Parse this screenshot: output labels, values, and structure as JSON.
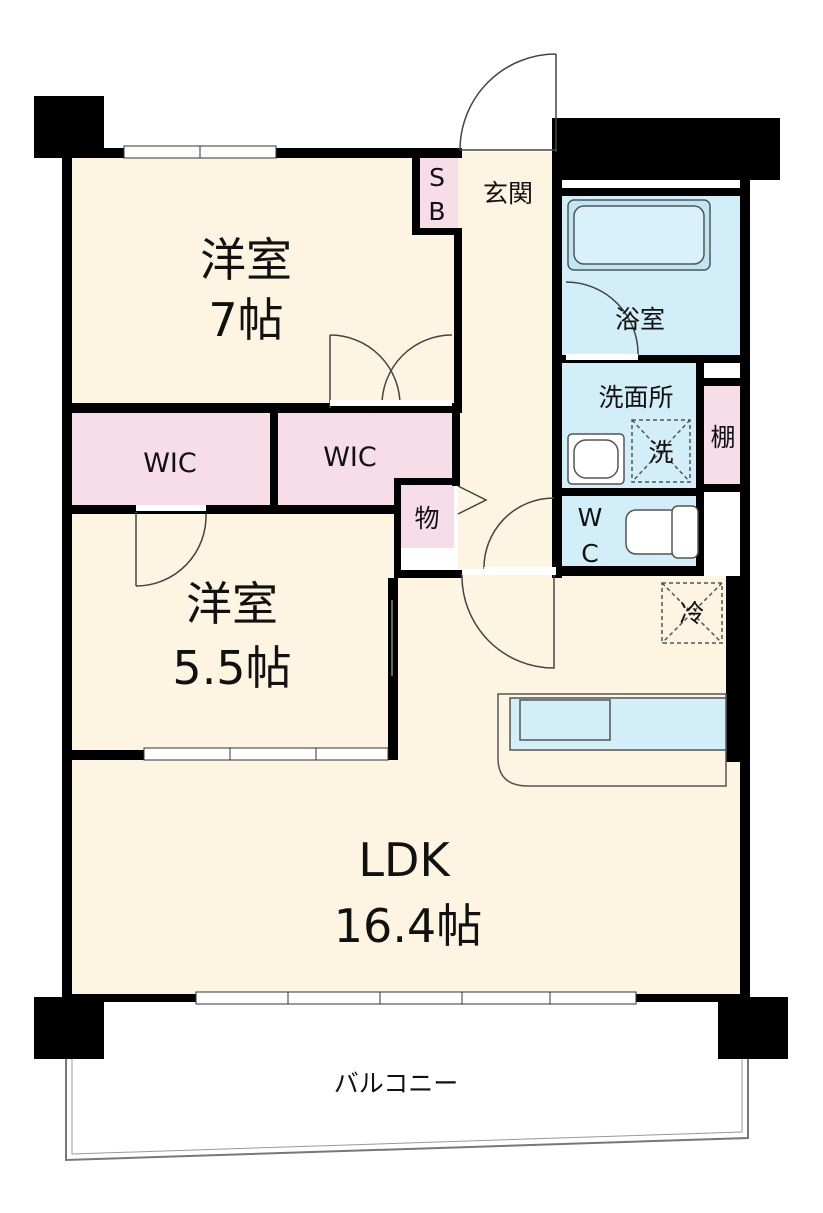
{
  "colors": {
    "wall": "#000000",
    "living": "#fdf5e2",
    "closet": "#f7dde8",
    "wet": "#d2eef8",
    "outline": "#777777"
  },
  "rooms": {
    "western_room_1": {
      "line1": "洋室",
      "line2": "7帖"
    },
    "western_room_2": {
      "line1": "洋室",
      "line2": "5.5帖"
    },
    "ldk": {
      "line1": "LDK",
      "line2": "16.4帖"
    },
    "walk_in_closet_left": "WIC",
    "walk_in_closet_right": "WIC",
    "storage": "物",
    "entrance": "玄関",
    "shoe_box": {
      "line1": "S",
      "line2": "B"
    },
    "bathroom": "浴室",
    "washroom": "洗面所",
    "washing_machine": "洗",
    "shelf": "棚",
    "toilet": {
      "line1": "W",
      "line2": "C"
    },
    "refrigerator": "冷",
    "balcony": "バルコニー"
  }
}
